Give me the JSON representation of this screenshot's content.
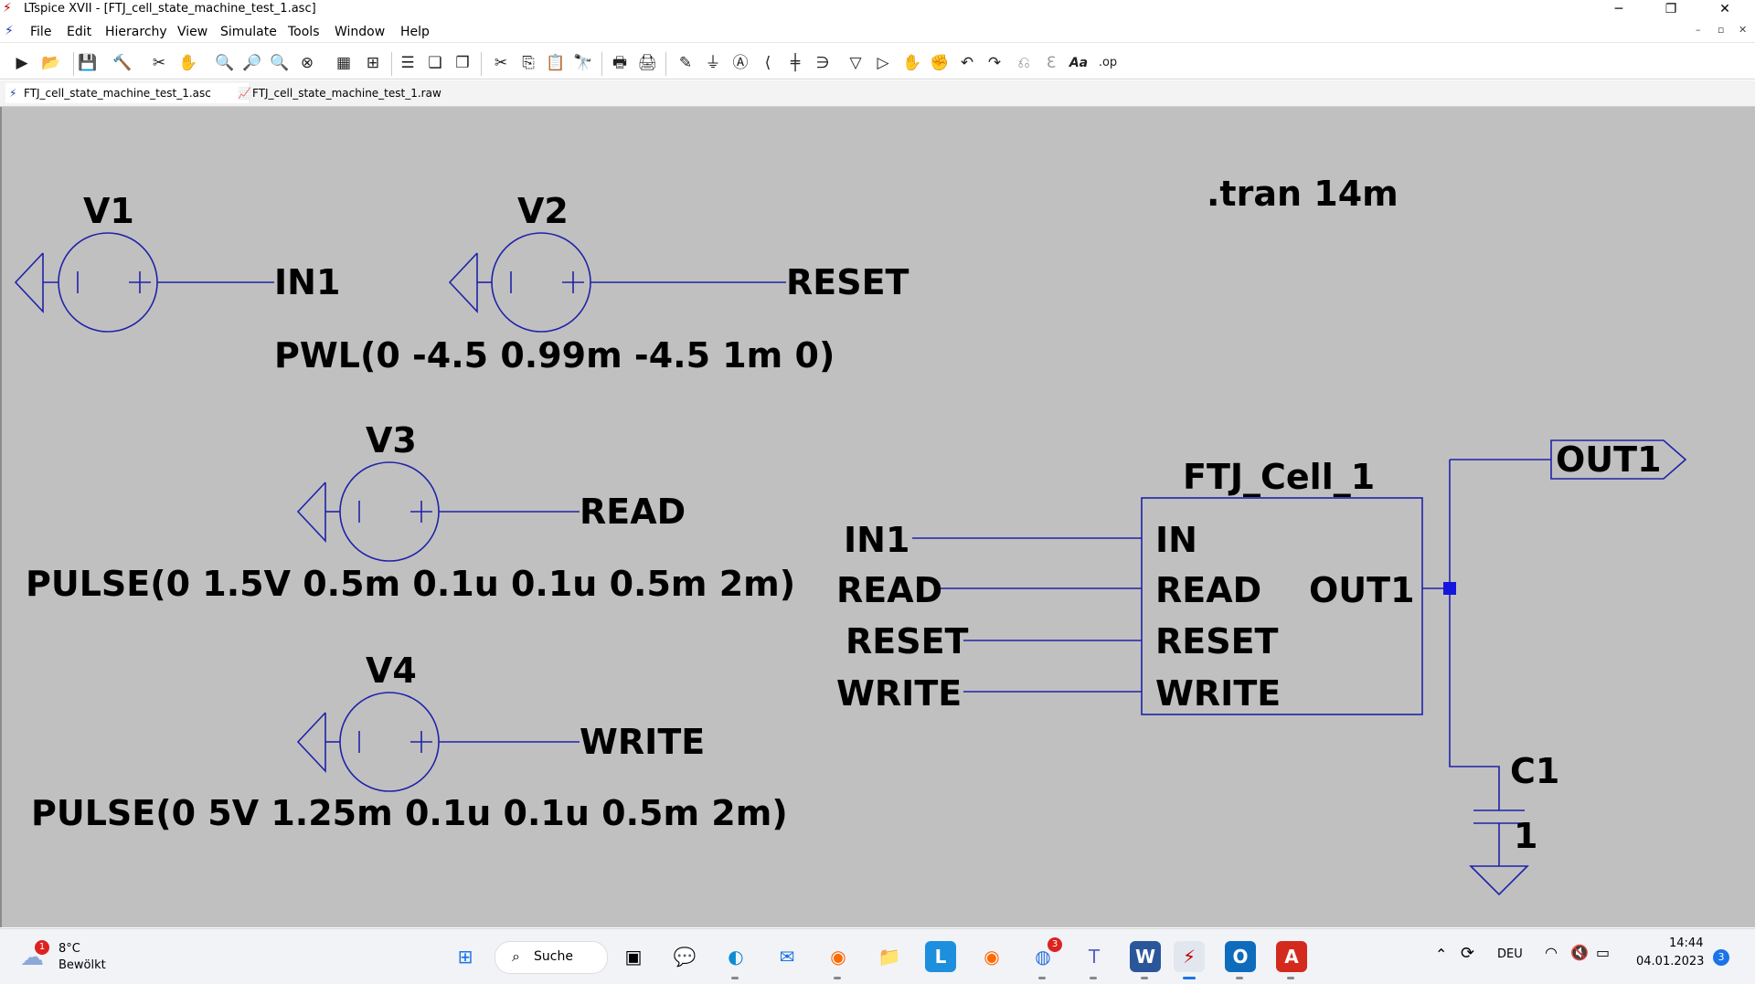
{
  "window": {
    "title": "LTspice XVII - [FTJ_cell_state_machine_test_1.asc]",
    "minimize_glyph": "─",
    "restore_glyph": "❐",
    "close_glyph": "✕"
  },
  "menu": {
    "items": [
      "File",
      "Edit",
      "Hierarchy",
      "View",
      "Simulate",
      "Tools",
      "Window",
      "Help"
    ],
    "mdi_controls": [
      "–",
      "▫",
      "✕"
    ]
  },
  "toolbar": {
    "buttons": [
      "run-icon",
      "open-icon",
      "save-icon",
      "control-panel-icon",
      "halt-icon",
      "pan-icon",
      "zoom-in-icon",
      "zoom-area-icon",
      "zoom-out-icon",
      "zoom-fit-icon",
      "autorange-icon",
      "grid-icon",
      "tile-horizontal-icon",
      "cascade-icon",
      "tile-vertical-icon",
      "cut-icon",
      "copy-icon",
      "paste-icon",
      "find-icon",
      "print-icon",
      "print-setup-icon",
      "draw-wire-icon",
      "ground-icon",
      "label-net-icon",
      "resistor-icon",
      "capacitor-icon",
      "inductor-icon",
      "diode-icon",
      "component-icon",
      "move-icon",
      "drag-icon",
      "undo-icon",
      "redo-icon",
      "rotate-icon",
      "mirror-icon",
      "text-icon",
      "spice-directive-icon"
    ],
    "text_button": "Aa",
    "op_button": ".op"
  },
  "tabs": [
    {
      "label": "FTJ_cell_state_machine_test_1.asc",
      "icon": "schematic-icon"
    },
    {
      "label": "FTJ_cell_state_machine_test_1.raw",
      "icon": "waveform-icon"
    }
  ],
  "schematic": {
    "directive": ".tran 14m",
    "sources": [
      {
        "name": "V1",
        "net": "IN1",
        "value": ""
      },
      {
        "name": "V2",
        "net": "RESET",
        "value": "PWL(0 -4.5 0.99m -4.5 1m 0)"
      },
      {
        "name": "V3",
        "net": "READ",
        "value": "PULSE(0 1.5V 0.5m 0.1u 0.1u 0.5m 2m)"
      },
      {
        "name": "V4",
        "net": "WRITE",
        "value": "PULSE(0 5V 1.25m 0.1u 0.1u 0.5m 2m)"
      }
    ],
    "cell": {
      "name": "FTJ_Cell_1",
      "inputs": [
        "IN",
        "READ",
        "RESET",
        "WRITE"
      ],
      "output": "OUT1",
      "input_nets": [
        "IN1",
        "READ",
        "RESET",
        "WRITE"
      ]
    },
    "output_port": "OUT1",
    "capacitor": {
      "name": "C1",
      "value": "1"
    },
    "wire_color": "#1f22a8",
    "junction_color": "#1515e0"
  },
  "taskbar": {
    "weather": {
      "temp": "8°C",
      "condition": "Bewölkt",
      "badge": "1"
    },
    "search_label": "Suche",
    "apps": [
      "start-icon",
      "search-icon",
      "task-view-icon",
      "chat-icon",
      "edge-icon",
      "mail-icon",
      "firefox-icon",
      "file-explorer-icon",
      "l-app-icon",
      "firefox-alt-icon",
      "thunderbird-icon",
      "teams-icon",
      "word-icon",
      "ltspice-icon",
      "outlook-icon",
      "acrobat-icon"
    ],
    "tray": {
      "language": "DEU",
      "time": "14:44",
      "date": "04.01.2023",
      "notifications": "3"
    }
  }
}
